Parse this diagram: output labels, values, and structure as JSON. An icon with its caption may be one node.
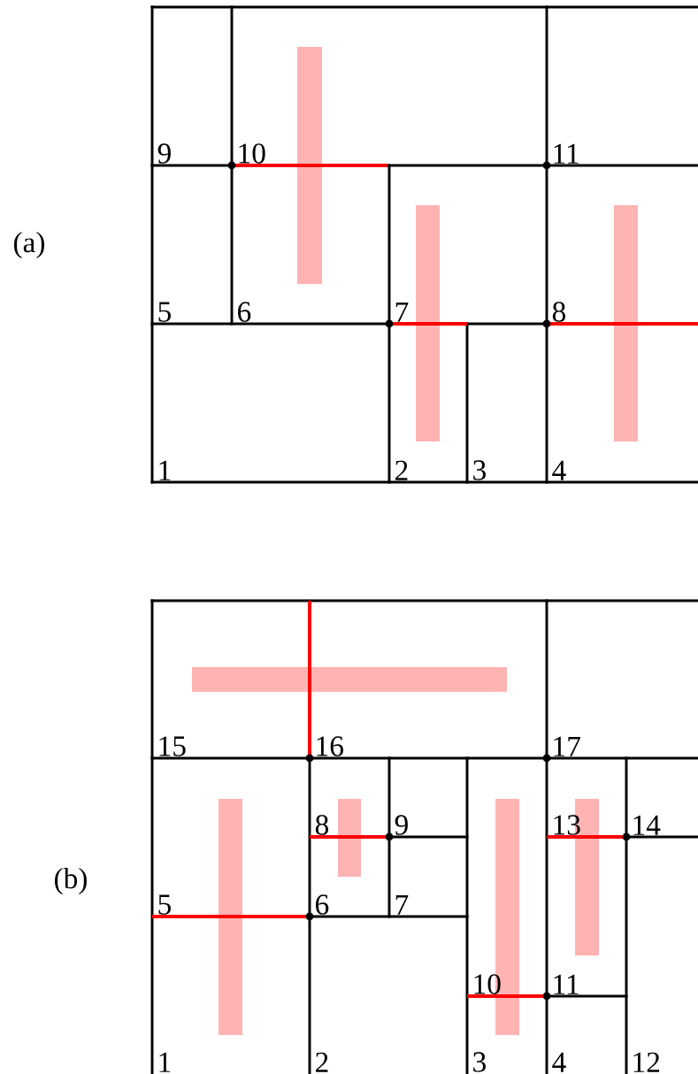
{
  "diagram": {
    "labels": [
      "(a)",
      "9",
      "10",
      "11",
      "5",
      "6",
      "7",
      "8",
      "1",
      "2",
      "3",
      "4",
      "(b)",
      "15",
      "16",
      "17",
      "8",
      "9",
      "13",
      "14",
      "5",
      "6",
      "7",
      "10",
      "11",
      "1",
      "2",
      "3",
      "4",
      "12"
    ]
  }
}
